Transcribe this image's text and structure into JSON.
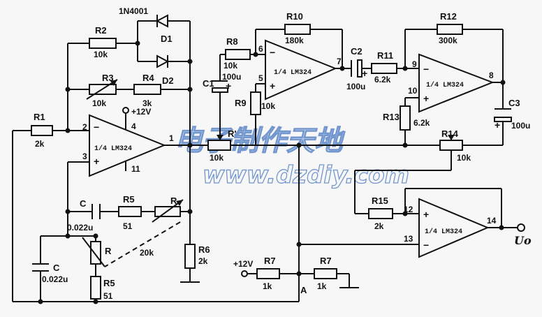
{
  "labels": {
    "r1": "R1",
    "r1_val": "2k",
    "r2": "R2",
    "r2_val": "10k",
    "r3": "R3",
    "r3_val": "10k",
    "r4": "R4",
    "r4_val": "3k",
    "diode_part": "1N4001",
    "d1": "D1",
    "d2": "D2",
    "c1": "C1",
    "c1_val": "100u",
    "r8": "R8",
    "r8_val": "10k",
    "r9": "R9",
    "r9_val": "10k",
    "r_prime": "R'",
    "r_prime_val": "10k",
    "r10": "R10",
    "r10_val": "180k",
    "c2": "C2",
    "c2_val": "100u",
    "r11": "R11",
    "r11_val": "6.2k",
    "r12": "R12",
    "r12_val": "300k",
    "r13": "R13",
    "r13_val": "6.2k",
    "c3": "C3",
    "c3_val": "100u",
    "r14": "R14",
    "r14_val": "10k",
    "r15": "R15",
    "r15_val": "2k",
    "c_top": "C",
    "c_top_val": "0.022u",
    "r5_top": "R5",
    "r5_top_val": "51",
    "r_pot_top": "R",
    "r_gang_val": "20k",
    "r_pot_bot": "R",
    "r5_bot": "R5",
    "r5_bot_val": "51",
    "c_bot": "C",
    "c_bot_val": "0.022u",
    "r6": "R6",
    "r6_val": "2k",
    "r7a": "R7",
    "r7a_val": "1k",
    "r7b": "R7",
    "r7b_val": "1k",
    "supply_top": "+12V",
    "supply_left": "+12V",
    "node_a": "A",
    "output": "Uo",
    "opamp": "1/4 LM324",
    "pins": {
      "p1": "1",
      "p2": "2",
      "p3": "3",
      "p4": "4",
      "p5": "5",
      "p6": "6",
      "p7": "7",
      "p8": "8",
      "p9": "9",
      "p10": "10",
      "p11": "11",
      "p12": "12",
      "p13": "13",
      "p14": "14"
    }
  },
  "watermark": {
    "line1": "电子制作天地",
    "line2": "www.dzdiy.com"
  },
  "colors": {
    "ink": "#111111",
    "watermark": "#5b86c8",
    "paper": "#f7f7f7"
  }
}
